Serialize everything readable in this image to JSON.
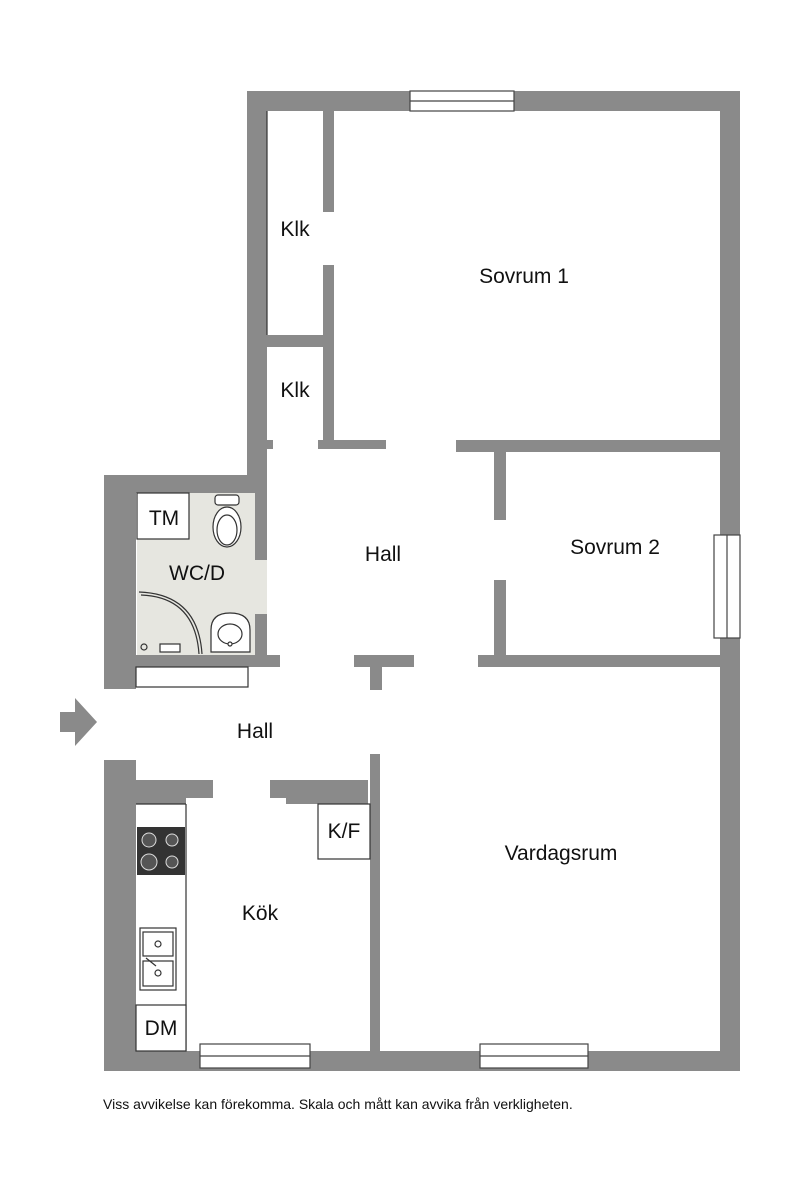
{
  "rooms": {
    "klk_1": "Klk",
    "klk_2": "Klk",
    "sovrum_1": "Sovrum 1",
    "sovrum_2": "Sovrum 2",
    "tm": "TM",
    "wcd": "WC/D",
    "hall_upper": "Hall",
    "hall_lower": "Hall",
    "kf": "K/F",
    "vardagsrum": "Vardagsrum",
    "kok": "Kök",
    "dm": "DM"
  },
  "colors": {
    "wall": "#8a8a8a",
    "wet_room": "#e6e6e0",
    "entrance_arrow": "#8a8a8a"
  },
  "icons": {
    "entrance": "entrance-arrow-icon",
    "toilet": "toilet-icon",
    "sink": "sink-icon",
    "shower": "shower-icon",
    "stove": "stove-icon",
    "kitchen_sink": "kitchen-sink-icon"
  },
  "disclaimer": "Viss avvikelse kan förekomma. Skala och mått kan avvika från verkligheten."
}
